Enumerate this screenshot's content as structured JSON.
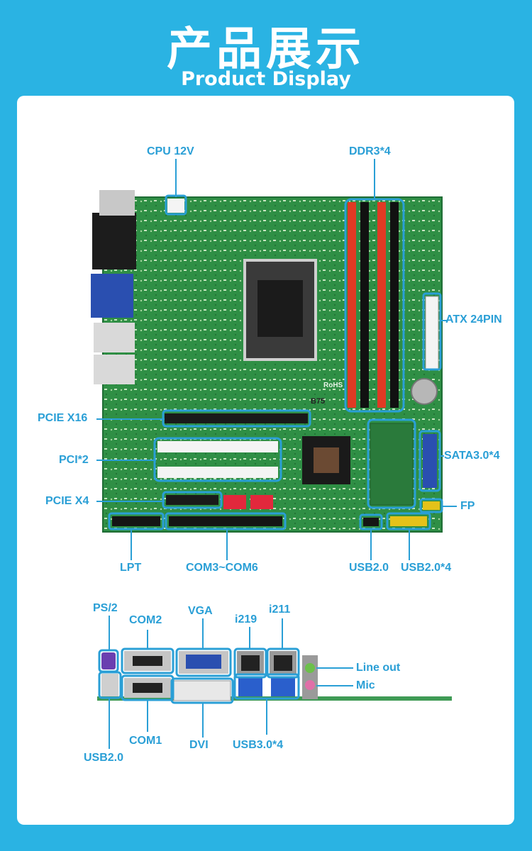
{
  "header": {
    "title": "产品展示",
    "subtitle": "Product Display"
  },
  "board_labels": {
    "cpu_12v": "CPU 12V",
    "ddr3": "DDR3*4",
    "atx_24pin": "ATX 24PIN",
    "pcie_x16": "PCIE X16",
    "pci_2": "PCI*2",
    "sata": "SATA3.0*4",
    "pcie_x4": "PCIE X4",
    "fp": "FP",
    "lpt": "LPT",
    "com3_com6": "COM3~COM6",
    "usb20_header": "USB2.0",
    "usb20_x4": "USB2.0*4",
    "chipset": "B75",
    "rohs": "RoHS"
  },
  "io_labels": {
    "ps2": "PS/2",
    "com2": "COM2",
    "vga": "VGA",
    "i219": "i219",
    "i211": "i211",
    "line_out": "Line out",
    "mic": "Mic",
    "com1": "COM1",
    "dvi": "DVI",
    "usb30_x4": "USB3.0*4",
    "usb20": "USB2.0"
  },
  "colors": {
    "background": "#2ab3e3",
    "accent": "#2a9fd6",
    "pcb": "#2f8f45",
    "dimm_red": "#e03a24"
  }
}
